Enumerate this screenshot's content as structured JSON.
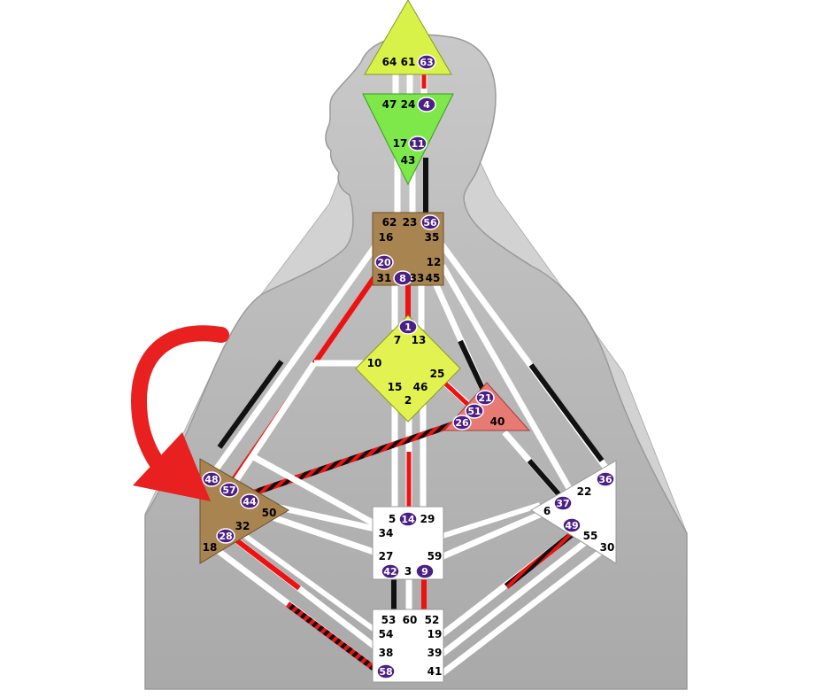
{
  "colors": {
    "background": "#ffffff",
    "silhouette": "#bdbdbd",
    "silhouette_outline": "#9a9a9a",
    "channel_white": "#ffffff",
    "channel_red": "#ee1111",
    "channel_black": "#111111",
    "head": "#d8f24a",
    "ajna": "#7ee84a",
    "throat": "#a88450",
    "g_center": "#e2f250",
    "heart": "#e87a74",
    "spleen": "#a88450",
    "sacral": "#ffffff",
    "solar_plexus": "#ffffff",
    "root": "#ffffff",
    "activated_gate": "#4b1f86",
    "arrow": "#e82020"
  },
  "icons": {
    "pointer_arrow": "curved-arrow-icon"
  },
  "centers": {
    "head": {
      "gates": [
        {
          "id": "64",
          "active": false
        },
        {
          "id": "61",
          "active": false
        },
        {
          "id": "63",
          "active": true
        }
      ]
    },
    "ajna": {
      "gates": [
        {
          "id": "47",
          "active": false
        },
        {
          "id": "24",
          "active": false
        },
        {
          "id": "4",
          "active": true
        },
        {
          "id": "17",
          "active": false
        },
        {
          "id": "11",
          "active": true
        },
        {
          "id": "43",
          "active": false
        }
      ]
    },
    "throat": {
      "gates": [
        {
          "id": "62",
          "active": false
        },
        {
          "id": "23",
          "active": false
        },
        {
          "id": "56",
          "active": true
        },
        {
          "id": "16",
          "active": false
        },
        {
          "id": "35",
          "active": false
        },
        {
          "id": "20",
          "active": true
        },
        {
          "id": "12",
          "active": false
        },
        {
          "id": "31",
          "active": false
        },
        {
          "id": "8",
          "active": true
        },
        {
          "id": "33",
          "active": false
        },
        {
          "id": "45",
          "active": false
        }
      ]
    },
    "g": {
      "gates": [
        {
          "id": "1",
          "active": true
        },
        {
          "id": "7",
          "active": false
        },
        {
          "id": "13",
          "active": false
        },
        {
          "id": "10",
          "active": false
        },
        {
          "id": "25",
          "active": false
        },
        {
          "id": "15",
          "active": false
        },
        {
          "id": "46",
          "active": false
        },
        {
          "id": "2",
          "active": false
        }
      ]
    },
    "heart": {
      "gates": [
        {
          "id": "21",
          "active": true
        },
        {
          "id": "51",
          "active": true
        },
        {
          "id": "26",
          "active": true
        },
        {
          "id": "40",
          "active": false
        }
      ]
    },
    "spleen": {
      "gates": [
        {
          "id": "48",
          "active": true
        },
        {
          "id": "57",
          "active": true
        },
        {
          "id": "44",
          "active": true
        },
        {
          "id": "50",
          "active": false
        },
        {
          "id": "32",
          "active": false
        },
        {
          "id": "28",
          "active": true
        },
        {
          "id": "18",
          "active": false
        }
      ]
    },
    "sacral": {
      "gates": [
        {
          "id": "5",
          "active": false
        },
        {
          "id": "14",
          "active": true
        },
        {
          "id": "29",
          "active": false
        },
        {
          "id": "34",
          "active": false
        },
        {
          "id": "27",
          "active": false
        },
        {
          "id": "59",
          "active": false
        },
        {
          "id": "42",
          "active": true
        },
        {
          "id": "3",
          "active": false
        },
        {
          "id": "9",
          "active": true
        }
      ]
    },
    "solar_plexus": {
      "gates": [
        {
          "id": "36",
          "active": true
        },
        {
          "id": "22",
          "active": false
        },
        {
          "id": "6",
          "active": false
        },
        {
          "id": "37",
          "active": true
        },
        {
          "id": "49",
          "active": true
        },
        {
          "id": "55",
          "active": false
        },
        {
          "id": "30",
          "active": false
        }
      ]
    },
    "root": {
      "gates": [
        {
          "id": "53",
          "active": false
        },
        {
          "id": "60",
          "active": false
        },
        {
          "id": "52",
          "active": false
        },
        {
          "id": "54",
          "active": false
        },
        {
          "id": "19",
          "active": false
        },
        {
          "id": "38",
          "active": false
        },
        {
          "id": "39",
          "active": false
        },
        {
          "id": "58",
          "active": true
        },
        {
          "id": "41",
          "active": false
        }
      ]
    }
  }
}
